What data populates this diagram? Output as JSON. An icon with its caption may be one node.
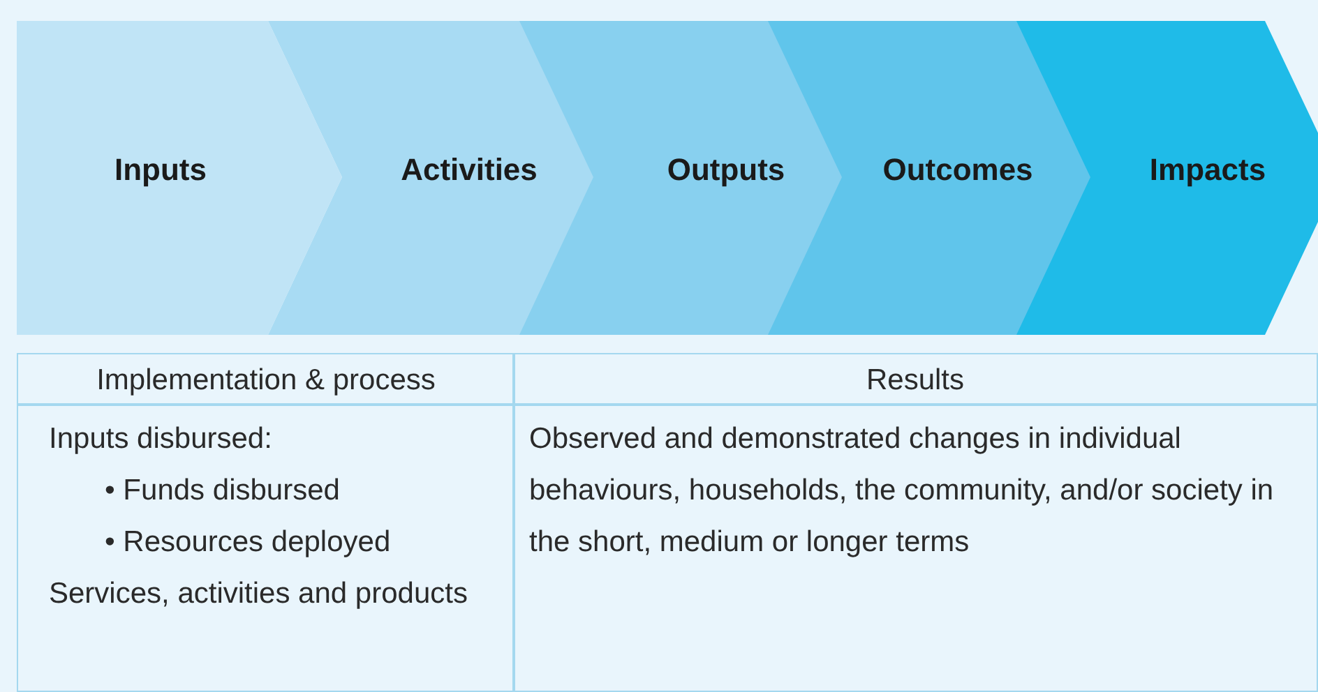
{
  "diagram": {
    "nodes": [
      {
        "text": [
          "Inputs"
        ]
      },
      {
        "text": [
          "Activities"
        ]
      },
      {
        "text": [
          "Outputs"
        ]
      },
      {
        "text": [
          "Outcomes"
        ]
      },
      {
        "text": [
          "Impacts"
        ]
      }
    ],
    "edges": [],
    "labels": [
      "Implementation & process",
      "Results",
      "Inputs disbursed:",
      "• Funds disbursed",
      "• Resources deployed",
      "Services, activities and products",
      "Observed and demonstrated changes in individual behaviours, households, the community, and/or society in the short, medium or longer terms"
    ]
  }
}
